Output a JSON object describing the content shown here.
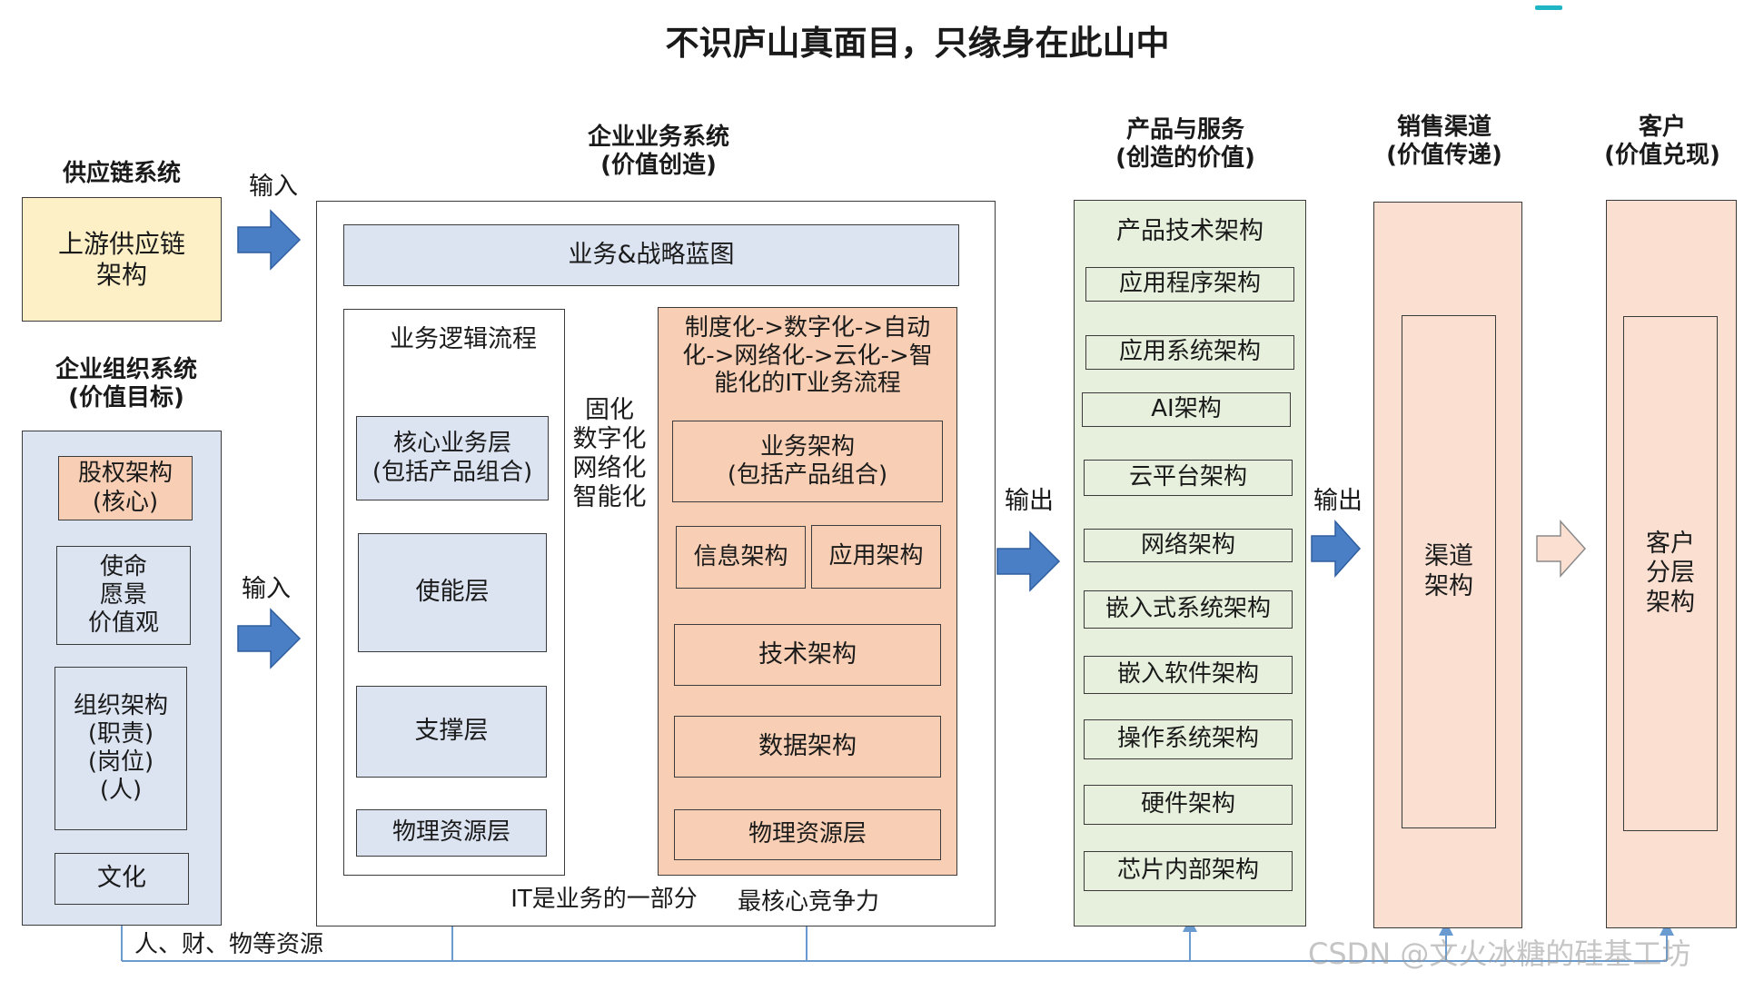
{
  "title": "不识庐山真面目，只缘身在此山中",
  "supply_chain": {
    "header": "供应链系统",
    "box": "上游供应链\n架构"
  },
  "org_system": {
    "header": "企业组织系统\n(价值目标)",
    "items": [
      "股权架构\n(核心)",
      "使命\n愿景\n价值观",
      "组织架构\n(职责)\n(岗位)\n(人)",
      "文化"
    ]
  },
  "input_labels": [
    "输入",
    "输入"
  ],
  "business_system": {
    "header": "企业业务系统\n(价值创造)",
    "blueprint": "业务&战略蓝图",
    "logic_flow": {
      "title": "业务逻辑流程",
      "layers": [
        "核心业务层\n(包括产品组合)",
        "使能层",
        "支撑层",
        "物理资源层"
      ]
    },
    "middle_label": "固化\n数字化\n网络化\n智能化",
    "it_flow": {
      "title": "制度化->数字化->自动\n化->网络化->云化->智\n能化的IT业务流程",
      "business_arch": "业务架构\n(包括产品组合)",
      "info_arch": "信息架构",
      "app_arch": "应用架构",
      "tech_arch": "技术架构",
      "data_arch": "数据架构",
      "physical": "物理资源层"
    },
    "note_left": "IT是业务的一部分",
    "note_right": "最核心竞争力"
  },
  "output_labels": [
    "输出",
    "输出"
  ],
  "products": {
    "header": "产品与服务\n(创造的价值)",
    "title": "产品技术架构",
    "layers": [
      "应用程序架构",
      "应用系统架构",
      "AI架构",
      "云平台架构",
      "网络架构",
      "嵌入式系统架构",
      "嵌入软件架构",
      "操作系统架构",
      "硬件架构",
      "芯片内部架构"
    ]
  },
  "channels": {
    "header": "销售渠道\n(价值传递)",
    "inner": "渠道\n架构"
  },
  "customers": {
    "header": "客户\n(价值兑现)",
    "inner": "客户\n分层\n架构"
  },
  "resources_label": "人、财、物等资源",
  "watermark": "CSDN @文火冰糖的硅基工坊",
  "colors": {
    "arrow_blue": "#4a7fc6",
    "box_blue": "#dce4f2",
    "box_peach": "#f8cfb4",
    "box_yellow": "#fdf0c6",
    "box_green": "#e6f0dc",
    "line_blue": "#6a9bd0"
  }
}
